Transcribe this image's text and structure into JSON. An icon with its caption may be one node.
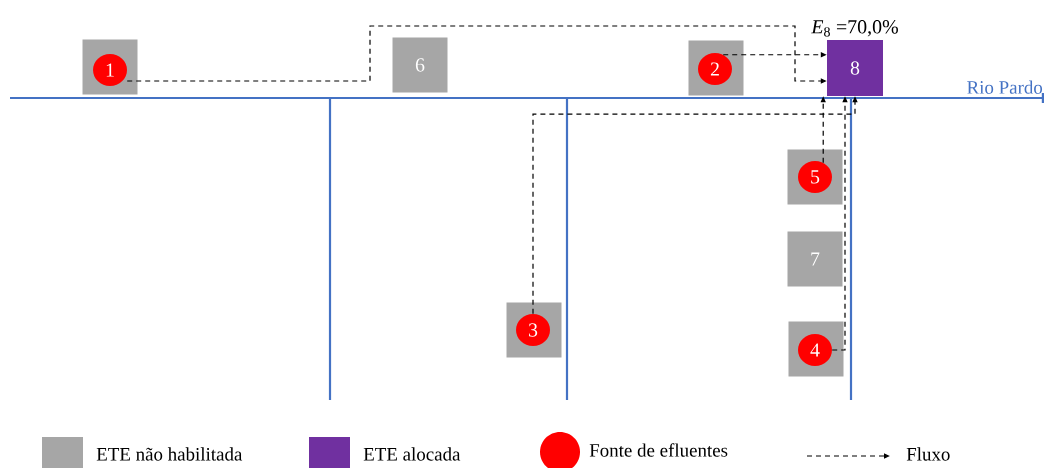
{
  "diagram": {
    "nodes": [
      {
        "text": [],
        "shape": "box"
      },
      {
        "text": [
          "1"
        ],
        "in": 0
      },
      {
        "text": [
          "6"
        ]
      },
      {
        "text": [],
        "shape": "box"
      },
      {
        "text": [
          "2"
        ],
        "in": 3
      },
      {
        "text": [
          "8"
        ],
        "beside": [
          "*E*$_{8}$ =70,0%"
        ]
      },
      {
        "text": [],
        "shape": "box"
      },
      {
        "text": [
          "5"
        ],
        "in": 6
      },
      {
        "text": [
          "7"
        ]
      },
      {
        "text": [],
        "shape": "box"
      },
      {
        "text": [
          "3"
        ],
        "in": 9
      },
      {
        "text": [],
        "shape": "box"
      },
      {
        "text": [
          "4"
        ],
        "in": 11
      }
    ],
    "edges": [
      {
        "from": 1,
        "to": 5,
        "arrow": "to",
        "style": "dashed"
      },
      {
        "from": 4,
        "to": 5,
        "arrow": "to",
        "style": "dashed"
      },
      {
        "from": 10,
        "to": 5,
        "arrow": "to",
        "style": "dashed"
      },
      {
        "from": 7,
        "to": 5,
        "arrow": "to",
        "style": "dashed"
      },
      {
        "from": 12,
        "to": 5,
        "arrow": "to",
        "style": "dashed"
      }
    ],
    "labels": [
      "Rio Pardo"
    ],
    "legend": [
      {
        "text": "ETE não habilitada",
        "color": "#a6a6a6"
      },
      {
        "text": "ETE alocada",
        "color": "#7030a0"
      },
      {
        "text": "Fonte de efluentes",
        "color": "#ff0000"
      },
      {
        "text": "Fluxo"
      }
    ]
  }
}
